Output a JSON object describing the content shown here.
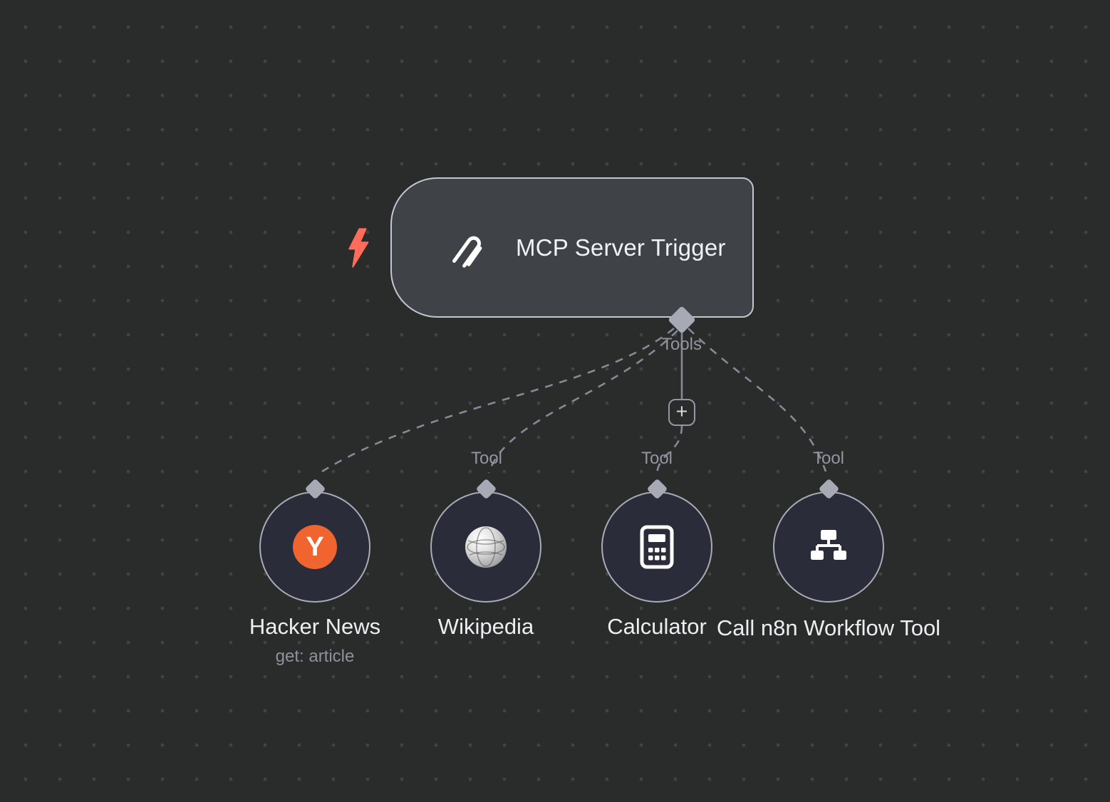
{
  "trigger": {
    "title": "MCP Server Trigger",
    "output_label": "Tools",
    "icon": "mcp-logo-icon"
  },
  "plus_button": {
    "label": "+"
  },
  "tools": [
    {
      "name": "Hacker News",
      "subtitle": "get: article",
      "input_label": "",
      "icon": "hacker-news-y-icon",
      "monogram": "Y",
      "brand_color": "#f0652f"
    },
    {
      "name": "Wikipedia",
      "input_label": "Tool",
      "icon": "wikipedia-globe-icon"
    },
    {
      "name": "Calculator",
      "input_label": "Tool",
      "icon": "calculator-icon"
    },
    {
      "name": "Call n8n Workflow Tool",
      "input_label": "Tool",
      "icon": "network-wired-icon"
    }
  ],
  "colors": {
    "background": "#2a2b2b",
    "grid_dot": "#424344",
    "trigger_node_fill": "#3f4247",
    "node_border": "#c6c7ce",
    "tool_node_fill": "#2a2c3a",
    "tool_node_border": "#a9abb6",
    "connection": "#868996",
    "endpoint_diamond": "#a7a9b4",
    "muted_label": "#93959f",
    "title_text": "#edeef0",
    "lightning_bolt": "#ff6d5a",
    "hacker_news_orange": "#f0652f"
  }
}
